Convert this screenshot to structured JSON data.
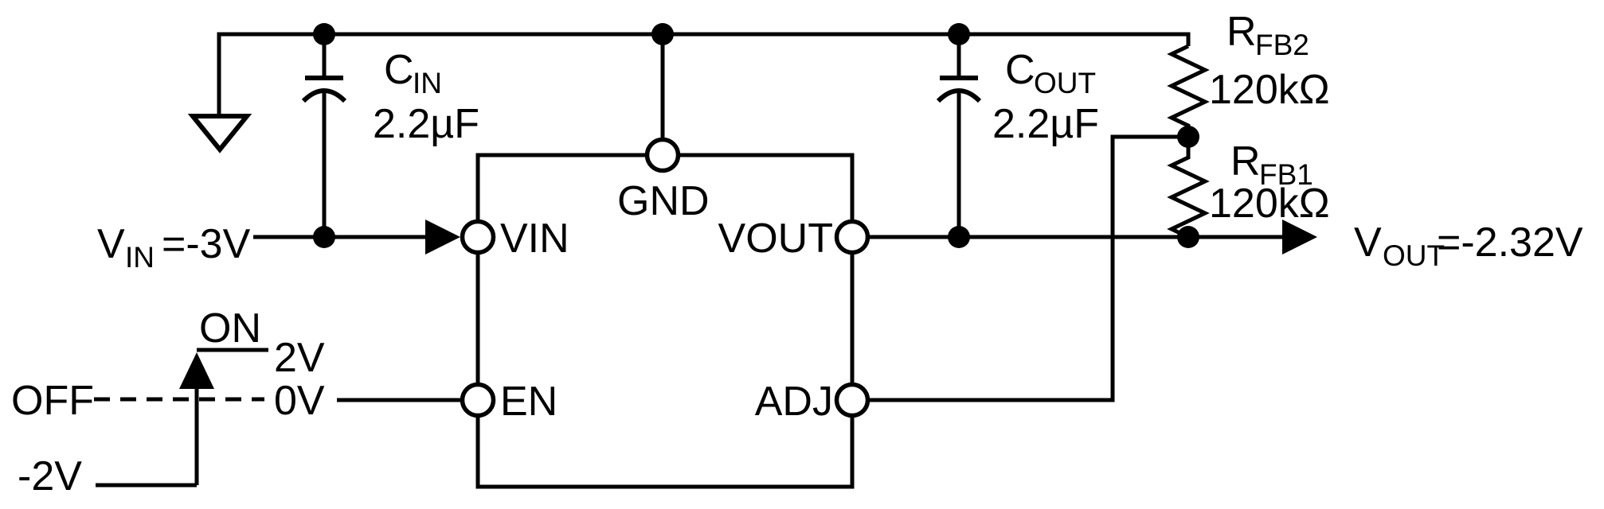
{
  "schematic": {
    "colors": {
      "line": "#000000",
      "background": "#ffffff"
    },
    "pins": {
      "vin": "VIN",
      "gnd": "GND",
      "vout": "VOUT",
      "en": "EN",
      "adj": "ADJ"
    },
    "source": {
      "sym": "V",
      "sub": "IN",
      "eq": "=-3V"
    },
    "output": {
      "sym": "V",
      "sub": "OUT",
      "eq": "=-2.32V"
    },
    "cin": {
      "sym": "C",
      "sub": "IN",
      "value": "2.2µF"
    },
    "cout": {
      "sym": "C",
      "sub": "OUT",
      "value": "2.2µF"
    },
    "rfb2": {
      "sym": "R",
      "sub": "FB2",
      "value": "120kΩ"
    },
    "rfb1": {
      "sym": "R",
      "sub": "FB1",
      "value": "120kΩ"
    },
    "enable": {
      "on": "ON",
      "off": "OFF",
      "high": "2V",
      "zero": "0V",
      "low": "-2V"
    }
  }
}
